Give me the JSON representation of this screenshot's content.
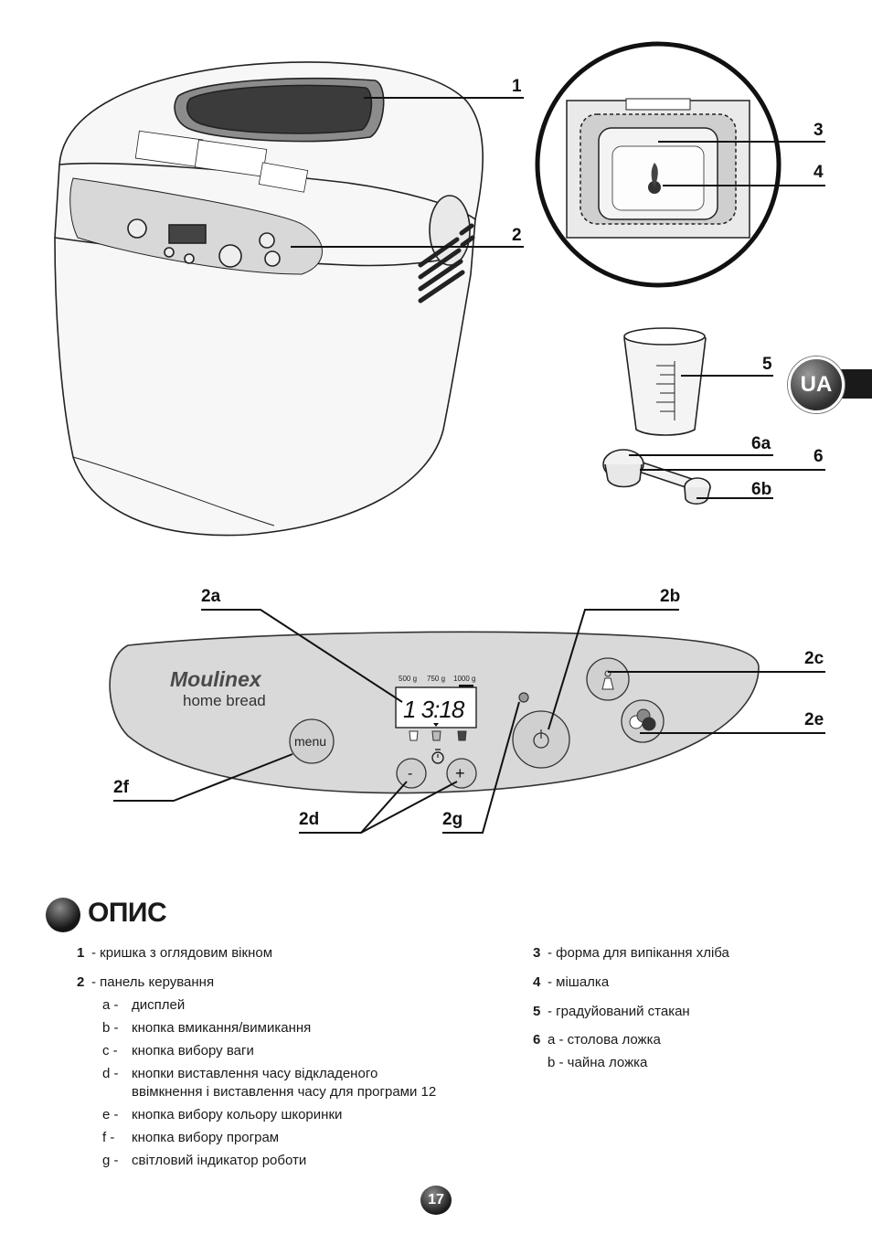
{
  "lang_badge": "UA",
  "callouts": {
    "c1": "1",
    "c2": "2",
    "c3": "3",
    "c4": "4",
    "c5": "5",
    "c6": "6",
    "c6a": "6a",
    "c6b": "6b",
    "c2a": "2a",
    "c2b": "2b",
    "c2c": "2c",
    "c2d": "2d",
    "c2e": "2e",
    "c2f": "2f",
    "c2g": "2g"
  },
  "panel": {
    "brand": "Moulinex",
    "model": "home bread",
    "weights": [
      "500 g",
      "750 g",
      "1000 g"
    ],
    "display_value": "1 3:18",
    "menu_label": "menu",
    "minus_label": "-",
    "plus_label": "+"
  },
  "section": {
    "title": "ОПИС"
  },
  "left_list": [
    {
      "num": "1",
      "text": "-  кришка з оглядовим вікном"
    },
    {
      "num": "2",
      "text": "-  панель керування"
    }
  ],
  "sub_items": [
    {
      "letter": "a -",
      "text": "дисплей"
    },
    {
      "letter": "b -",
      "text": "кнопка вмикання/вимикання"
    },
    {
      "letter": "c -",
      "text": "кнопка вибору ваги"
    },
    {
      "letter": "d -",
      "text": "кнопки виставлення часу відкладеного"
    },
    {
      "letter": "",
      "text": "ввімкнення і виставлення часу для програми 12"
    },
    {
      "letter": "e -",
      "text": "кнопка вибору кольору шкоринки"
    },
    {
      "letter": "f -",
      "text": "кнопка вибору програм"
    },
    {
      "letter": "g -",
      "text": "світловий індикатор роботи"
    }
  ],
  "right_list": [
    {
      "num": "3",
      "text": "-  форма для випікання хліба"
    },
    {
      "num": "4",
      "text": "-  мішалка"
    },
    {
      "num": "5",
      "text": "-  градуйований стакан"
    },
    {
      "num": "6",
      "text": "a - столова ложка"
    },
    {
      "num": "",
      "text": "b - чайна ложка"
    }
  ],
  "page_number": "17"
}
